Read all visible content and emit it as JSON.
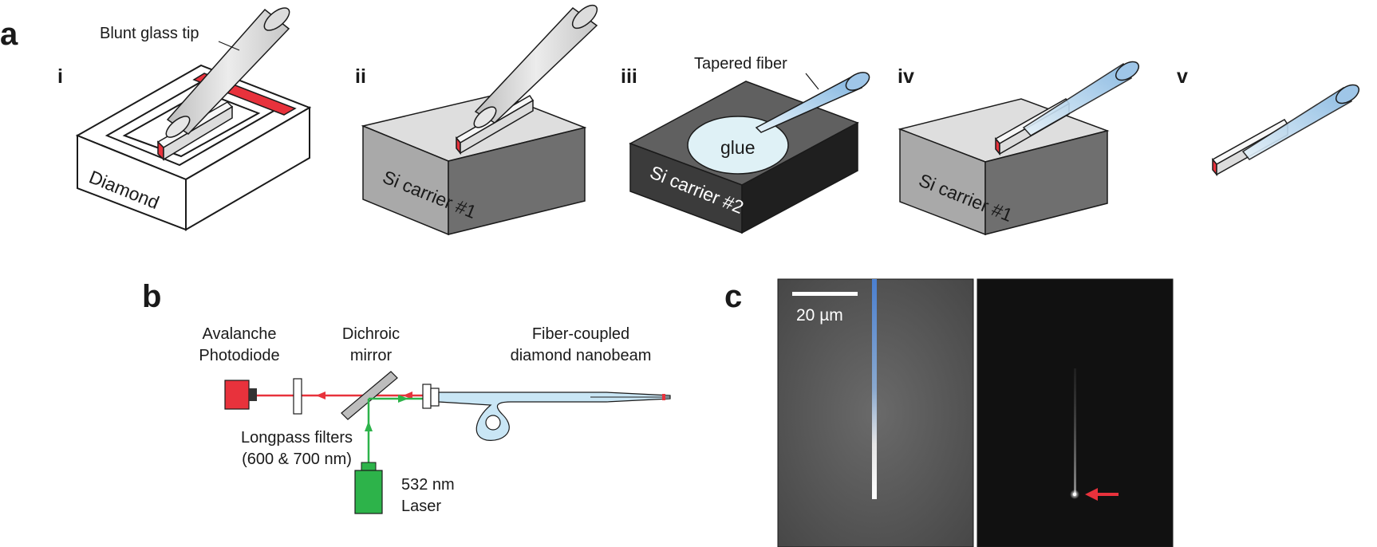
{
  "panels": {
    "a": "a",
    "b": "b",
    "c": "c"
  },
  "panel_a": {
    "steps": [
      "i",
      "ii",
      "iii",
      "iv",
      "v"
    ],
    "blunt_tip_label": "Blunt glass tip",
    "tapered_fiber_label": "Tapered fiber",
    "glue_label": "glue",
    "diamond_label": "Diamond",
    "carrier1_label": "Si carrier #1",
    "carrier2_label": "Si carrier #2",
    "carrier1b_label": "Si carrier #1"
  },
  "panel_b": {
    "apd_line1": "Avalanche",
    "apd_line2": "Photodiode",
    "dichroic_line1": "Dichroic",
    "dichroic_line2": "mirror",
    "fiber_line1": "Fiber-coupled",
    "fiber_line2": "diamond nanobeam",
    "filters_line1": "Longpass filters",
    "filters_line2": "(600 & 700 nm)",
    "laser_line1": "532 nm",
    "laser_line2": "Laser"
  },
  "panel_c": {
    "scale_bar_label": "20 µm"
  },
  "colors": {
    "red": "#e8323c",
    "green": "#2db34a",
    "fiber_blue": "#c9e6f5",
    "glue": "#dff1f6"
  }
}
